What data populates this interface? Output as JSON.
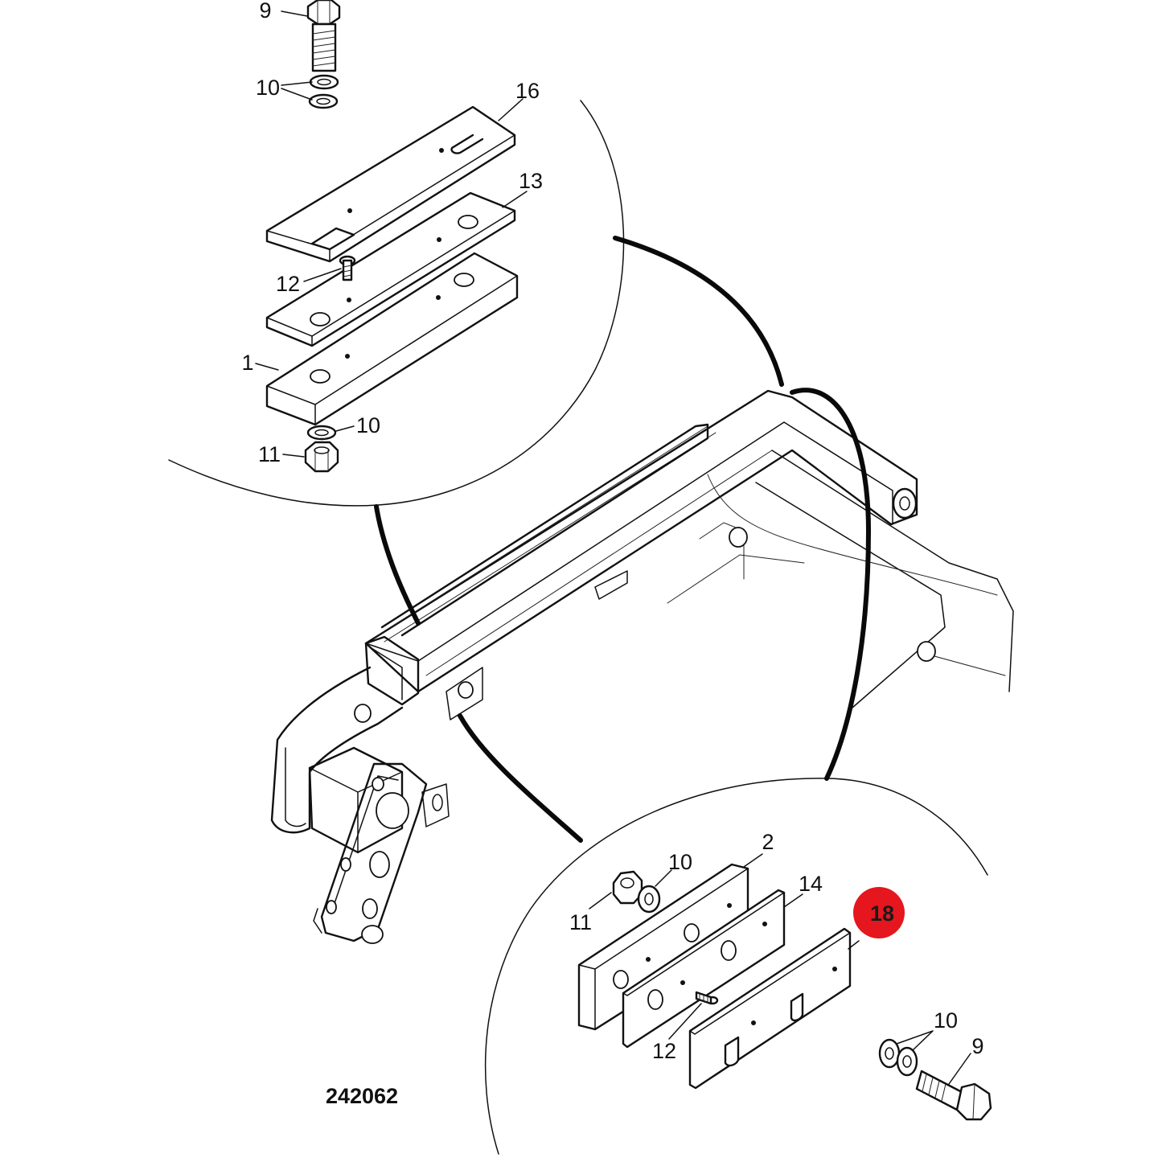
{
  "diagram": {
    "drawing_number": "242062",
    "highlight": {
      "label": "18",
      "color": "#e5161d"
    },
    "top_detail": {
      "callouts": {
        "bolt": "9",
        "washers_upper": "10",
        "slotted_shim": "16",
        "plate": "13",
        "screw": "12",
        "block": "1",
        "washer_lower": "10",
        "nut": "11"
      }
    },
    "bottom_detail": {
      "callouts": {
        "block": "2",
        "washer": "10",
        "nut": "11",
        "plate": "14",
        "screw": "12",
        "washers": "10",
        "bolt": "9"
      }
    }
  }
}
